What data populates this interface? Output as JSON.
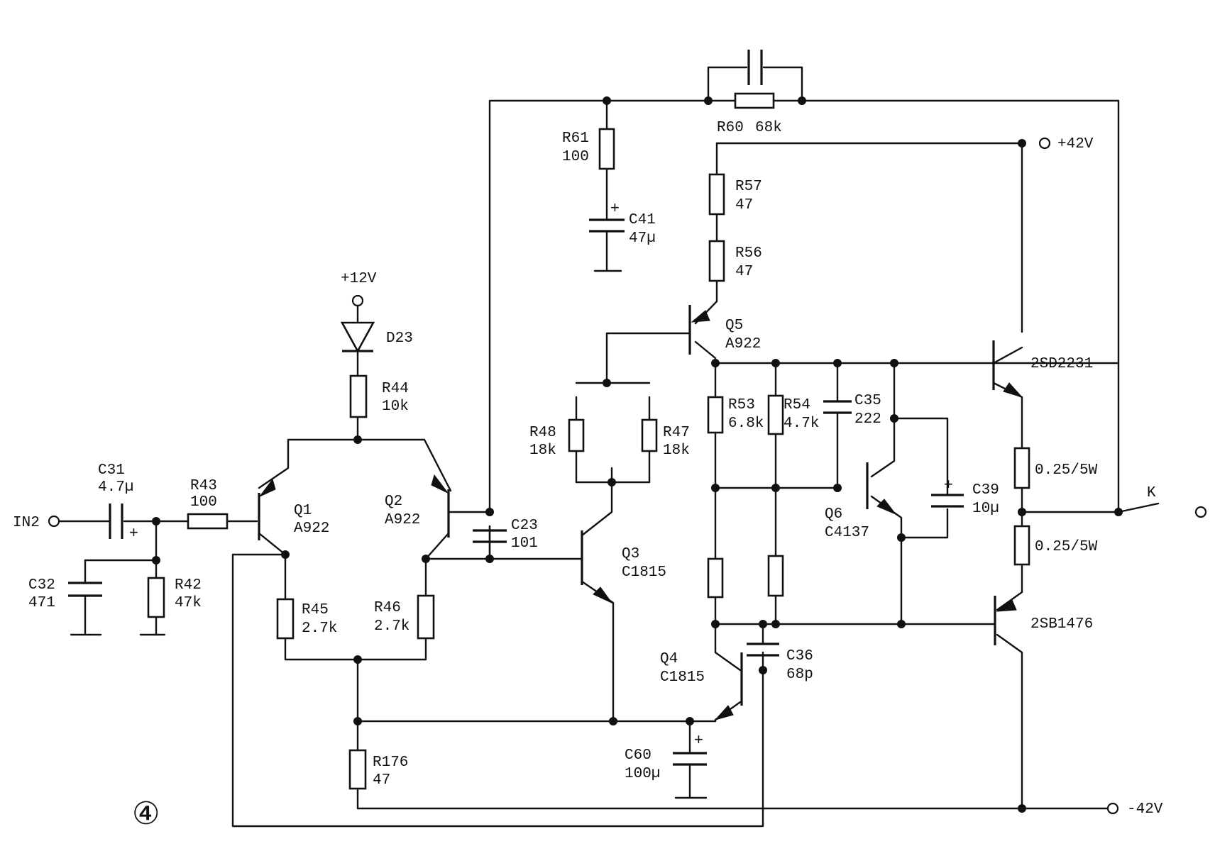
{
  "figure_marker": "④",
  "terminals": {
    "in": "IN2",
    "plus12": "+12V",
    "plus42": "+42V",
    "minus42": "-42V",
    "switch": "K"
  },
  "components": {
    "C31": {
      "ref": "C31",
      "value": "4.7µ"
    },
    "C32": {
      "ref": "C32",
      "value": "471"
    },
    "R43": {
      "ref": "R43",
      "value": "100"
    },
    "R42": {
      "ref": "R42",
      "value": "47k"
    },
    "Q1": {
      "ref": "Q1",
      "value": "A922"
    },
    "Q2": {
      "ref": "Q2",
      "value": "A922"
    },
    "D23": {
      "ref": "D23"
    },
    "R44": {
      "ref": "R44",
      "value": "10k"
    },
    "R45": {
      "ref": "R45",
      "value": "2.7k"
    },
    "R46": {
      "ref": "R46",
      "value": "2.7k"
    },
    "C23": {
      "ref": "C23",
      "value": "101"
    },
    "R176": {
      "ref": "R176",
      "value": "47"
    },
    "R48": {
      "ref": "R48",
      "value": "18k"
    },
    "R47": {
      "ref": "R47",
      "value": "18k"
    },
    "Q3": {
      "ref": "Q3",
      "value": "C1815"
    },
    "Q4": {
      "ref": "Q4",
      "value": "C1815"
    },
    "C60": {
      "ref": "C60",
      "value": "100µ"
    },
    "R61": {
      "ref": "R61",
      "value": "100"
    },
    "C41": {
      "ref": "C41",
      "value": "47µ"
    },
    "R60": {
      "ref": "R60",
      "value": "68k"
    },
    "R57": {
      "ref": "R57",
      "value": "47"
    },
    "R56": {
      "ref": "R56",
      "value": "47"
    },
    "Q5": {
      "ref": "Q5",
      "value": "A922"
    },
    "R53": {
      "ref": "R53",
      "value": "6.8k"
    },
    "R54": {
      "ref": "R54",
      "value": "4.7k"
    },
    "C35": {
      "ref": "C35",
      "value": "222"
    },
    "Q6": {
      "ref": "Q6",
      "value": "C4137"
    },
    "C36": {
      "ref": "C36",
      "value": "68p"
    },
    "C39": {
      "ref": "C39",
      "value": "10µ"
    },
    "Q_top": {
      "value": "2SD2231"
    },
    "Q_bot": {
      "value": "2SB1476"
    },
    "Re_top": {
      "value": "0.25/5W"
    },
    "Re_bot": {
      "value": "0.25/5W"
    }
  },
  "polarity_mark": "+"
}
